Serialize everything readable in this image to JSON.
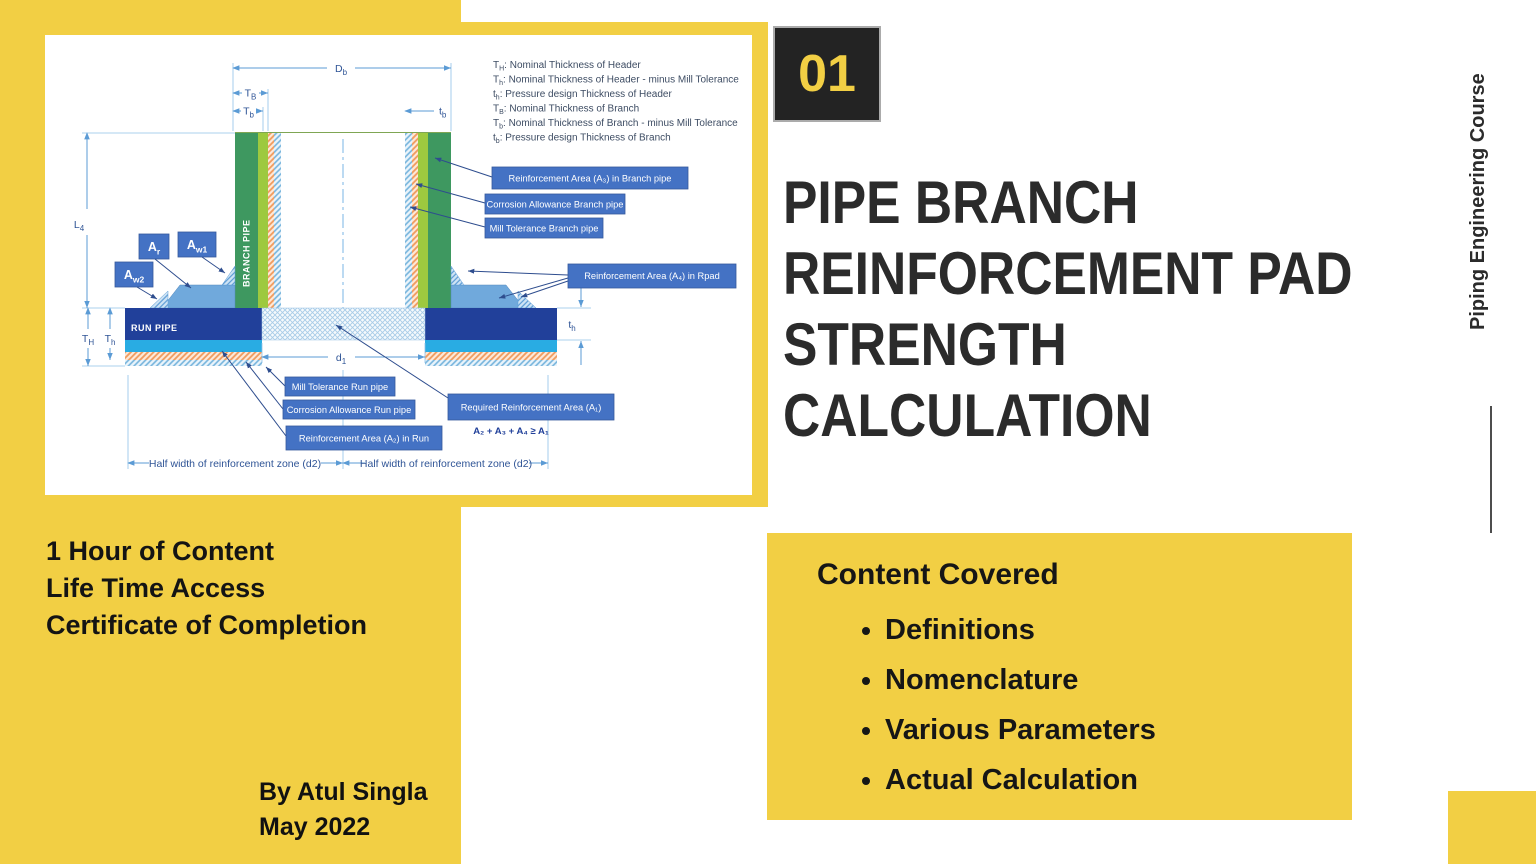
{
  "slide": {
    "badge_number": "01",
    "title_lines": [
      "PIPE BRANCH",
      "REINFORCEMENT PAD",
      "STRENGTH",
      "CALCULATION"
    ],
    "side_label": "Piping Engineering Course",
    "features": [
      "1 Hour of Content",
      "Life Time Access",
      "Certificate of Completion"
    ],
    "author_line1": "By Atul Singla",
    "author_line2": "May 2022",
    "content_box": {
      "title": "Content Covered",
      "items": [
        "Definitions",
        "Nomenclature",
        "Various Parameters",
        "Actual Calculation"
      ]
    }
  },
  "diagram": {
    "legend": [
      {
        "sym": "T",
        "sub": "H",
        "desc": ": Nominal Thickness of Header"
      },
      {
        "sym": "T",
        "sub": "h",
        "desc": ": Nominal Thickness of Header - minus Mill Tolerance"
      },
      {
        "sym": "t",
        "sub": "h",
        "desc": ": Pressure design Thickness of Header"
      },
      {
        "sym": "T",
        "sub": "B",
        "desc": ": Nominal Thickness of Branch"
      },
      {
        "sym": "T",
        "sub": "b",
        "desc": ": Nominal Thickness of Branch - minus Mill Tolerance"
      },
      {
        "sym": "t",
        "sub": "b",
        "desc": ": Pressure design Thickness of Branch"
      }
    ],
    "dims": {
      "Db": {
        "m": "D",
        "s": "b"
      },
      "TB": {
        "m": "T",
        "s": "B"
      },
      "Tb": {
        "m": "T",
        "s": "b"
      },
      "tb": {
        "m": "t",
        "s": "b"
      },
      "L4": {
        "m": "L",
        "s": "4"
      },
      "TH": {
        "m": "T",
        "s": "H"
      },
      "Th": {
        "m": "T",
        "s": "h"
      },
      "th": {
        "m": "t",
        "s": "h"
      },
      "d1": {
        "m": "d",
        "s": "1"
      }
    },
    "areas": {
      "ar": {
        "m": "A",
        "s": "r"
      },
      "aw1": {
        "m": "A",
        "s": "w1"
      },
      "aw2": {
        "m": "A",
        "s": "w2"
      }
    },
    "callouts": {
      "a3": "Reinforcement Area (A₃) in Branch pipe",
      "cab": "Corrosion Allowance Branch pipe",
      "mtb": "Mill Tolerance Branch pipe",
      "a4": "Reinforcement Area (A₄) in Rpad",
      "mtr": "Mill Tolerance Run pipe",
      "car": "Corrosion Allowance Run pipe",
      "a2": "Reinforcement Area (A₂) in Run",
      "a1": "Required Reinforcement Area (A₁)"
    },
    "formula": "A₂ + A₃ + A₄ ≥ A₁",
    "pipe_labels": {
      "run": "RUN PIPE",
      "branch": "BRANCH PIPE"
    },
    "zone_left": "Half width of reinforcement zone (d2)",
    "zone_right": "Half width of reinforcement zone (d2)"
  },
  "colors": {
    "accent_yellow": "#F2CF44",
    "badge_bg": "#232323",
    "title_text": "#2B2B2B",
    "callout_blue": "#4472C4",
    "run_pipe_navy": "#21409A",
    "cyan_band": "#29ACE3",
    "branch_green": "#3E9860",
    "branch_lime": "#9DC93F",
    "pad_blue": "#70A9DC",
    "dimension_blue": "#5B9BD5"
  }
}
